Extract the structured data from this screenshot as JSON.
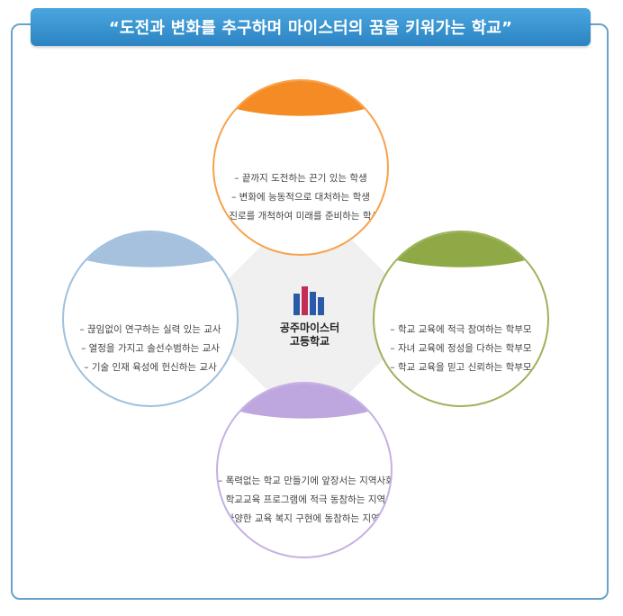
{
  "banner": {
    "title": "“도전과 변화를 추구하며 마이스터의 꿈을 키워가는 학교”"
  },
  "center": {
    "line1": "공주마이스터",
    "line2": "고등학교"
  },
  "circles": {
    "top": {
      "title": "도전하는 학생",
      "items": [
        "– 끝까지 도전하는 끈기 있는 학생",
        "– 변화에 능동적으로 대처하는 학생",
        "– 진로를 개척하여 미래를 준비하는 학생"
      ],
      "color": "#f48b25"
    },
    "right": {
      "title": "신뢰하는 학부모",
      "items": [
        "– 학교 교육에 적극 참여하는 학부모",
        "– 자녀 교육에 정성을 다하는 학부모",
        "– 학교 교육을 믿고 신뢰하는 학부모"
      ],
      "color": "#8fa946"
    },
    "left": {
      "title": "열정있는 교사",
      "items": [
        "– 끊임없이 연구하는 실력 있는 교사",
        "– 열정을 가지고 솔선수범하는 교사",
        "– 기술 인재 육성에 헌신하는 교사"
      ],
      "color": "#a5c1de"
    },
    "bottom": {
      "title": "함께하는 지역사회",
      "items": [
        "– 폭력없는 학교 만들기에 앞장서는 지역사회",
        "– 학교교육 프로그램에 적극 동참하는 지역사회",
        "– 다양한 교육 복지 구현에 동참하는 지역사회"
      ],
      "color": "#bea6df"
    }
  },
  "colors": {
    "frame": "#6aa3c9",
    "banner": "#2b84c2",
    "center_bg": "#f0f0f0",
    "logo_blue": "#2a5aa8",
    "logo_red": "#c42b55"
  }
}
